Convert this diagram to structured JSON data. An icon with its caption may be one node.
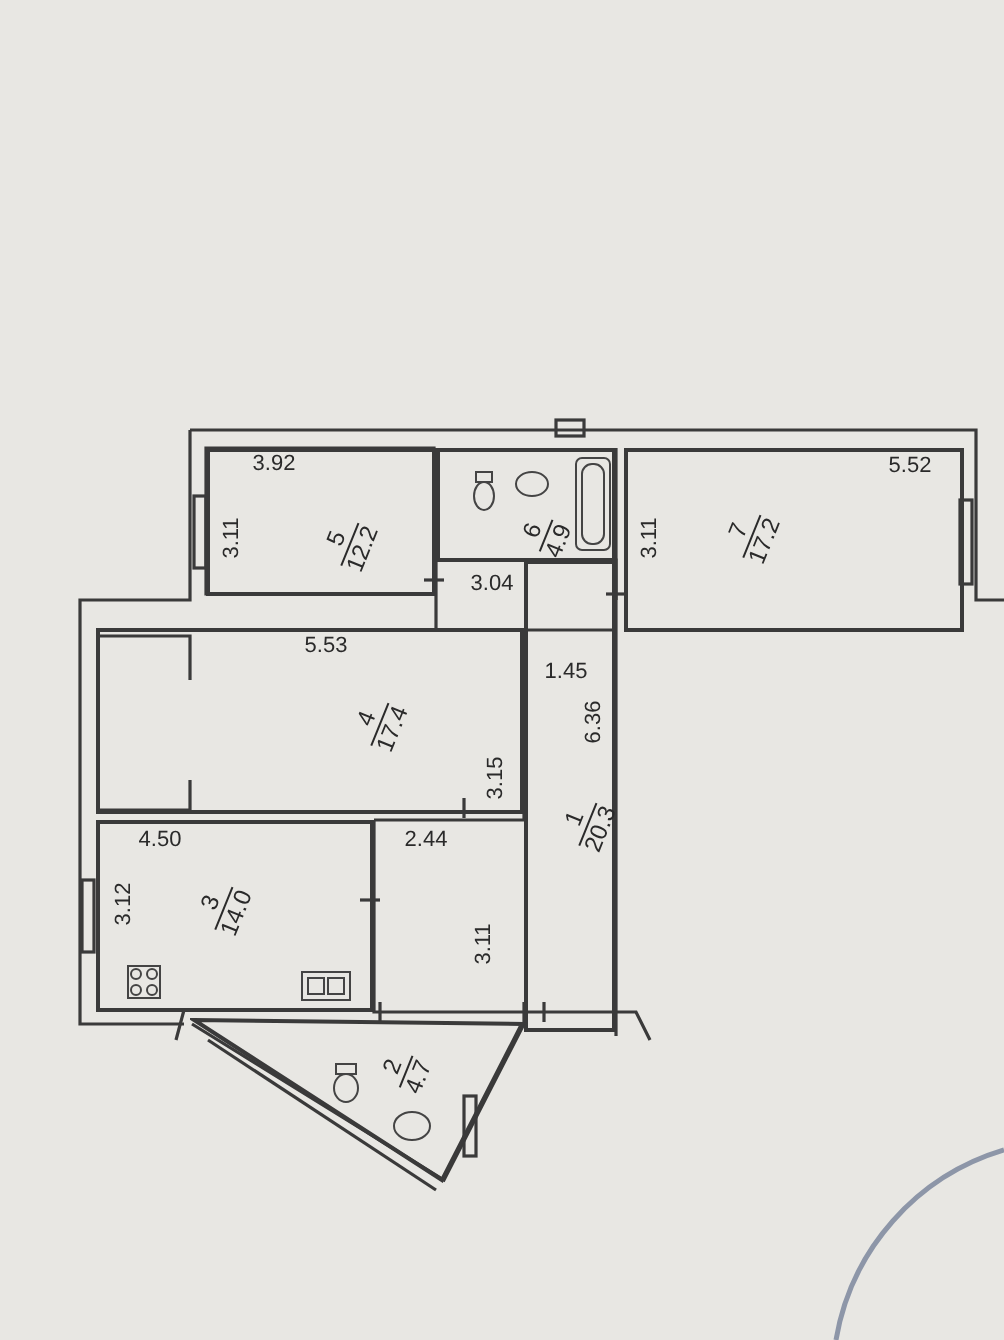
{
  "diagram": {
    "nodes": [
      {
        "text": [
          "5",
          "12.2"
        ]
      },
      {
        "text": [
          "6",
          "4.9"
        ]
      },
      {
        "text": [
          "7",
          "17.2"
        ]
      },
      {
        "text": [
          "4",
          "17.4"
        ]
      },
      {
        "text": [
          "1",
          "20.3"
        ]
      },
      {
        "text": [
          "3",
          "14.0"
        ]
      },
      {
        "text": [
          "2",
          "4.7"
        ]
      }
    ],
    "labels": [
      "3.92",
      "5.52",
      "3.11",
      "3.11",
      "3.04",
      "5.53",
      "1.45",
      "3.15",
      "6.36",
      "4.50",
      "2.44",
      "3.12",
      "3.11"
    ]
  }
}
